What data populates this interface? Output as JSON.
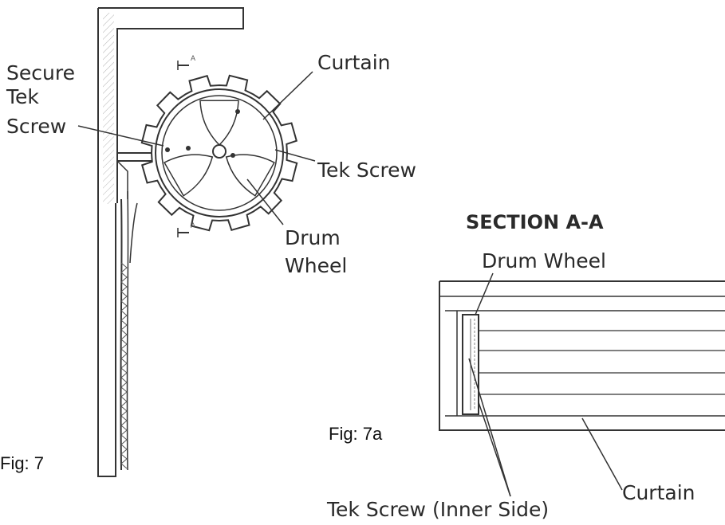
{
  "fig7": {
    "label_secure": "Secure",
    "label_tek": "Tek",
    "label_screw": "Screw",
    "label_curtain": "Curtain",
    "label_tek_screw": "Tek Screw",
    "label_drum": "Drum",
    "label_wheel": "Wheel",
    "caption": "Fig: 7"
  },
  "fig7a": {
    "section_title": "SECTION A-A",
    "label_drum_wheel": "Drum Wheel",
    "label_tek_screw_inner": "Tek Screw (Inner Side)",
    "label_curtain": "Curtain",
    "caption": "Fig: 7a"
  },
  "colors": {
    "ink": "#333333",
    "background": "#ffffff"
  }
}
